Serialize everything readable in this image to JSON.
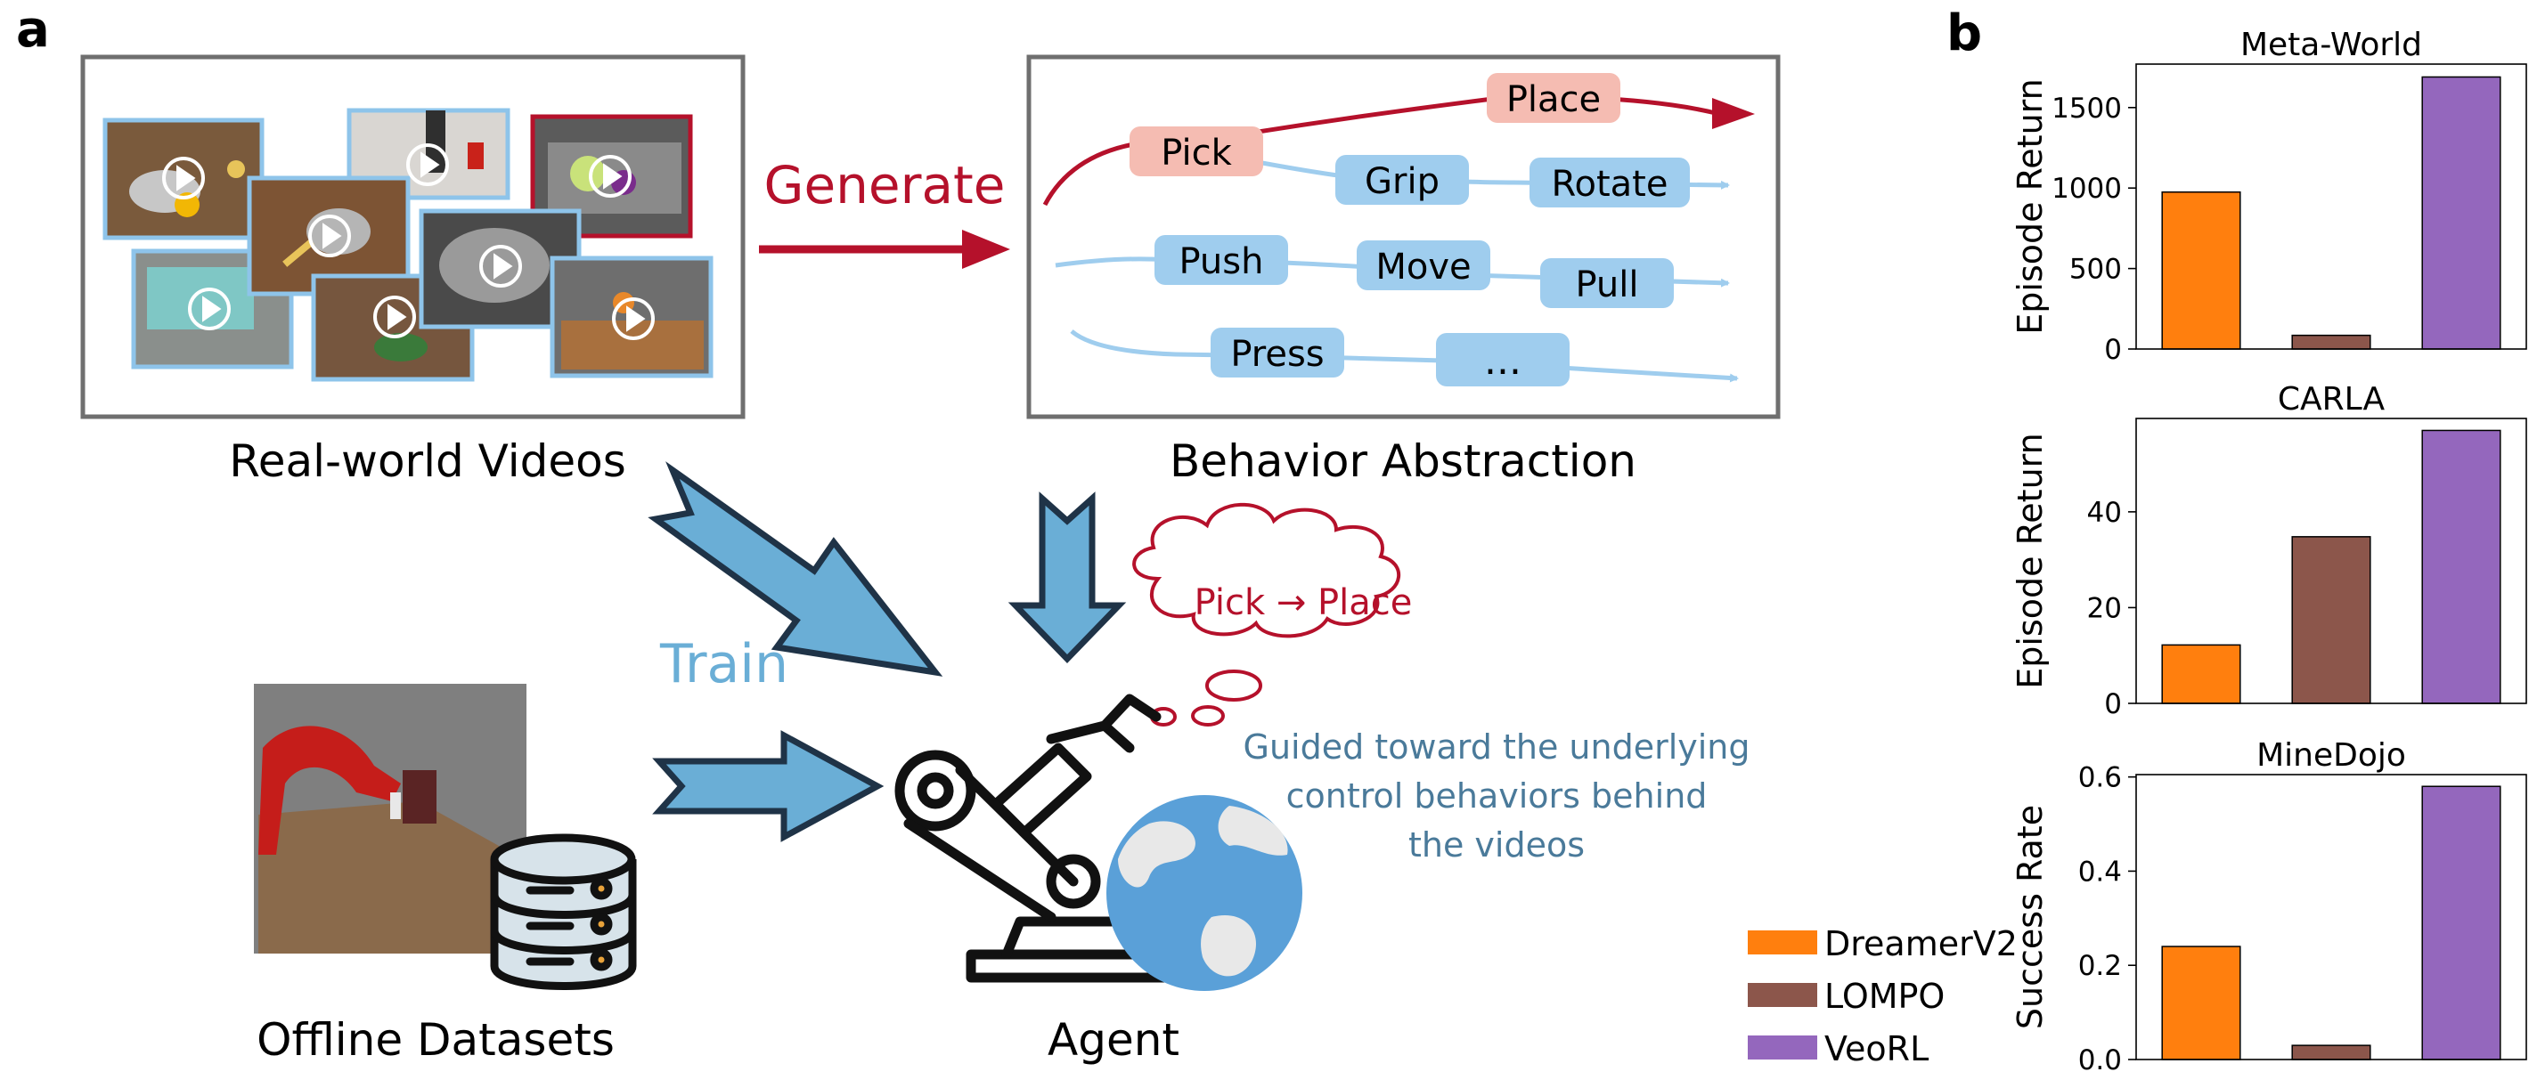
{
  "panel_a": {
    "letter": "a",
    "videos_label": "Real-world Videos",
    "abstraction_label": "Behavior Abstraction",
    "generate_label": "Generate",
    "train_label": "Train",
    "offline_label": "Offline Datasets",
    "agent_label": "Agent",
    "thought": "Pick → Place",
    "guided_text": [
      "Guided toward the underlying",
      "control behaviors behind",
      "the videos"
    ],
    "behaviors": {
      "pick": "Pick",
      "place": "Place",
      "grip": "Grip",
      "rotate": "Rotate",
      "push": "Push",
      "move": "Move",
      "pull": "Pull",
      "press": "Press",
      "more": "..."
    },
    "colors": {
      "red": "#b5112b",
      "blue": "#6aaed6",
      "navy": "#1f3347",
      "pill_blue": "#9fcdee",
      "pill_pink": "#f5bcb2",
      "guided": "#4a7a9a"
    }
  },
  "panel_b": {
    "letter": "b",
    "legend": [
      {
        "name": "DreamerV2",
        "color": "#ff7f0e"
      },
      {
        "name": "LOMPO",
        "color": "#8c564b"
      },
      {
        "name": "VeoRL",
        "color": "#9467bd"
      }
    ]
  },
  "chart_data": [
    {
      "type": "bar",
      "title": "Meta-World",
      "ylabel": "Episode Return",
      "categories": [
        "DreamerV2",
        "LOMPO",
        "VeoRL"
      ],
      "values": [
        975,
        85,
        1690
      ],
      "ylim": [
        0,
        1770
      ],
      "yticks": [
        0,
        500,
        1000,
        1500
      ],
      "ytick_labels": [
        "0",
        "500",
        "1000",
        "1500"
      ]
    },
    {
      "type": "bar",
      "title": "CARLA",
      "ylabel": "Episode Return",
      "categories": [
        "DreamerV2",
        "LOMPO",
        "VeoRL"
      ],
      "values": [
        12.2,
        34.8,
        57.0
      ],
      "ylim": [
        0,
        59.5
      ],
      "yticks": [
        0,
        20,
        40
      ],
      "ytick_labels": [
        "0",
        "20",
        "40"
      ]
    },
    {
      "type": "bar",
      "title": "MineDojo",
      "ylabel": "Success Rate",
      "categories": [
        "DreamerV2",
        "LOMPO",
        "VeoRL"
      ],
      "values": [
        0.24,
        0.03,
        0.58
      ],
      "ylim": [
        0,
        0.605
      ],
      "yticks": [
        0.0,
        0.2,
        0.4,
        0.6
      ],
      "ytick_labels": [
        "0.0",
        "0.2",
        "0.4",
        "0.6"
      ]
    }
  ]
}
